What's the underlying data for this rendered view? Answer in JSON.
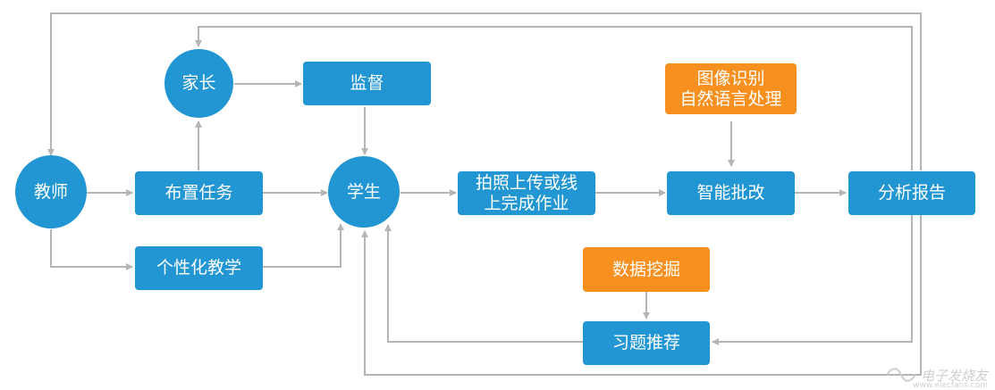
{
  "nodes": {
    "teacher": "教师",
    "parent": "家长",
    "supervise": "监督",
    "assign_task": "布置任务",
    "student": "学生",
    "personalized": "个性化教学",
    "upload_line1": "拍照上传或线",
    "upload_line2": "上完成作业",
    "recognition_line1": "图像识别",
    "recognition_line2": "自然语言处理",
    "smart_grading": "智能批改",
    "report": "分析报告",
    "data_mining": "数据挖掘",
    "exercise_recommend": "习题推荐"
  },
  "watermark": {
    "text": "电子发烧友",
    "sub": "www.elecfans.com"
  },
  "colors": {
    "node_blue": "#2196d2",
    "node_orange": "#f7901e",
    "connector_gray": "#b5b5b5"
  }
}
